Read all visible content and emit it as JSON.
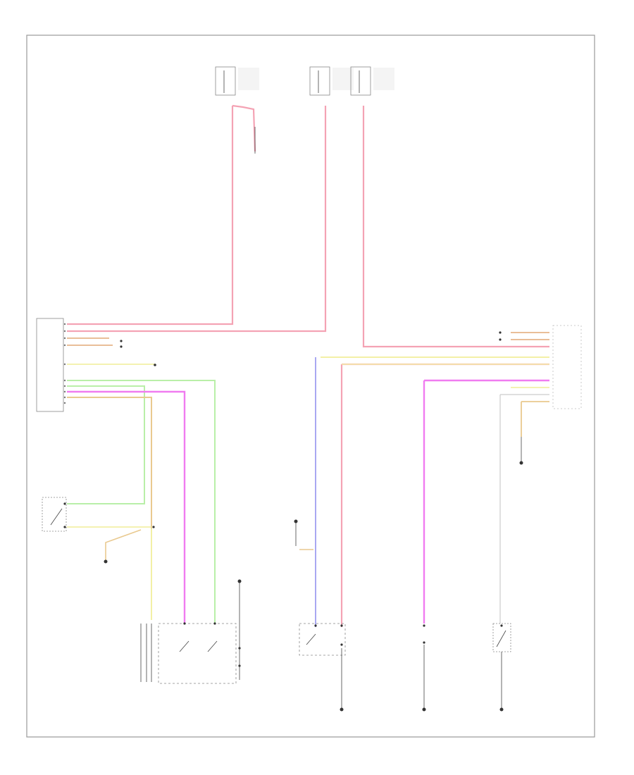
{
  "diagram": {
    "footer_code": "",
    "wire_colors": {
      "pink": "#f4a3b4",
      "magenta": "#f07cf0",
      "light_green": "#b9efa8",
      "yellow": "#f3f0a6",
      "tan": "#e9c98f",
      "orange_brown": "#e6b48a",
      "blue_violet": "#a9a8f2",
      "black": "#444444",
      "gray": "#bbbbbb"
    },
    "components": [
      {
        "id": "fuse-box-left",
        "label": ""
      },
      {
        "id": "fuse-box-mid",
        "label": ""
      },
      {
        "id": "fuse-box-right",
        "label": ""
      },
      {
        "id": "left-module",
        "label": ""
      },
      {
        "id": "right-module",
        "label": ""
      },
      {
        "id": "brake-switch",
        "label": ""
      },
      {
        "id": "multi-switch",
        "label": ""
      },
      {
        "id": "center-switch",
        "label": ""
      },
      {
        "id": "fuel-sender",
        "label": ""
      },
      {
        "id": "right-switch",
        "label": ""
      }
    ]
  }
}
